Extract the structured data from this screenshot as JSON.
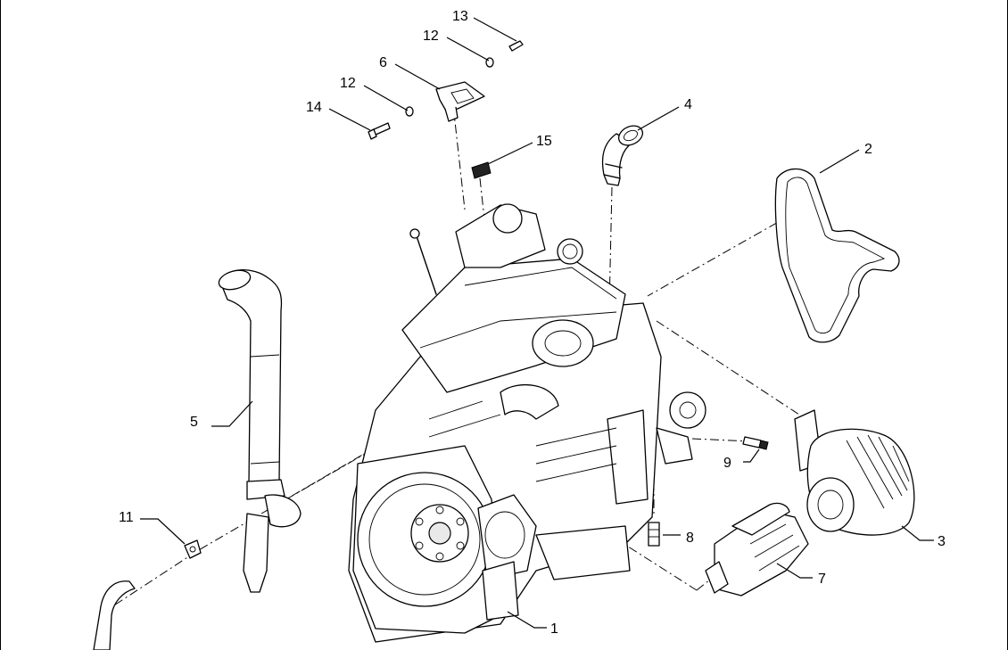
{
  "callouts": [
    {
      "id": "1",
      "label": "1"
    },
    {
      "id": "2",
      "label": "2"
    },
    {
      "id": "3",
      "label": "3"
    },
    {
      "id": "4",
      "label": "4"
    },
    {
      "id": "5",
      "label": "5"
    },
    {
      "id": "6",
      "label": "6"
    },
    {
      "id": "7",
      "label": "7"
    },
    {
      "id": "8",
      "label": "8"
    },
    {
      "id": "9",
      "label": "9"
    },
    {
      "id": "11",
      "label": "11"
    },
    {
      "id": "12a",
      "label": "12"
    },
    {
      "id": "12b",
      "label": "12"
    },
    {
      "id": "13",
      "label": "13"
    },
    {
      "id": "14",
      "label": "14"
    },
    {
      "id": "15",
      "label": "15"
    }
  ]
}
